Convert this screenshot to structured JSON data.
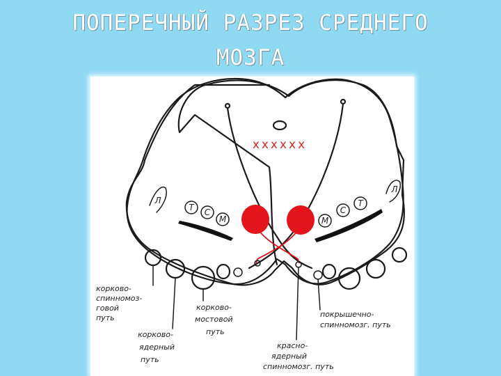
{
  "slide": {
    "title_line1": "ПОПЕРЕЧНЫЙ РАЗРЕЗ СРЕДНЕГО",
    "title_line2": "МОЗГА"
  },
  "colors": {
    "background": "#8fd9f3",
    "red_nucleus": "#e3141a",
    "decussation_marks": "#d42a2a",
    "ink": "#1a1a1a"
  },
  "diagram": {
    "decussation_marks": "xxxxxx",
    "left_nuclei": [
      "Т",
      "С",
      "М"
    ],
    "right_nuclei": [
      "М",
      "С",
      "Т"
    ],
    "left_lemniscus_letter": "Л",
    "right_lemniscus_letter": "Л",
    "labels": {
      "corticospinal": [
        "корково-",
        "спинномоз-",
        "говой",
        "путь"
      ],
      "corticonuclear": [
        "корково-",
        "ядерный",
        "путь"
      ],
      "corticopontine": [
        "корково-",
        "мостовой",
        "путь"
      ],
      "rubrospinal": [
        "красно-",
        "ядерный",
        "спинномозг. путь"
      ],
      "tectospinal": [
        "покрышечно-",
        "спинномозг. путь"
      ]
    }
  }
}
